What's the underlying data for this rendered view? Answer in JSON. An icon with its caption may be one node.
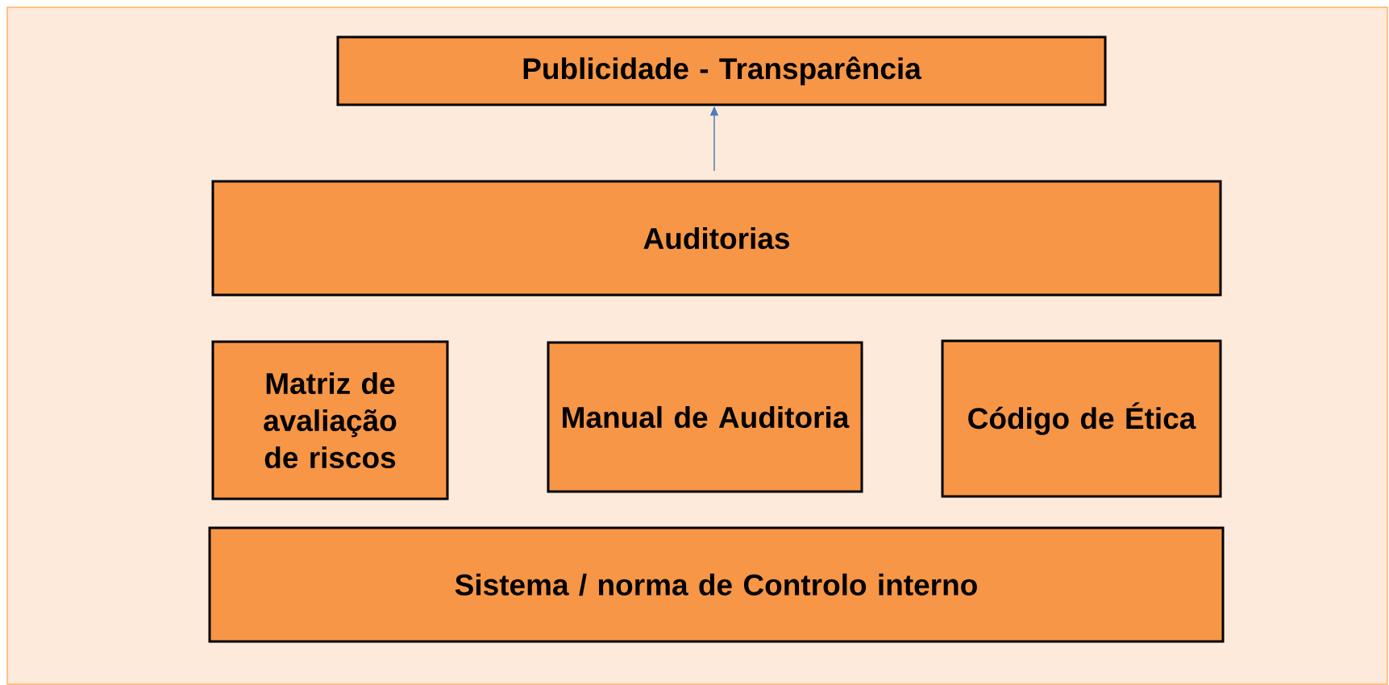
{
  "diagram": {
    "nodes": [
      {
        "text": [
          "Publicidade - Transparência"
        ]
      },
      {
        "text": [
          "Auditorias"
        ]
      },
      {
        "text": [
          "Matriz de avaliação de riscos"
        ]
      },
      {
        "text": [
          "Manual de Auditoria"
        ]
      },
      {
        "text": [
          "Código de Ética"
        ]
      },
      {
        "text": [
          "Sistema / norma de Controlo interno"
        ]
      }
    ],
    "edges": [
      {
        "from": 1,
        "to": 0,
        "arrow": "to",
        "color": "#4a7ebb"
      }
    ]
  }
}
